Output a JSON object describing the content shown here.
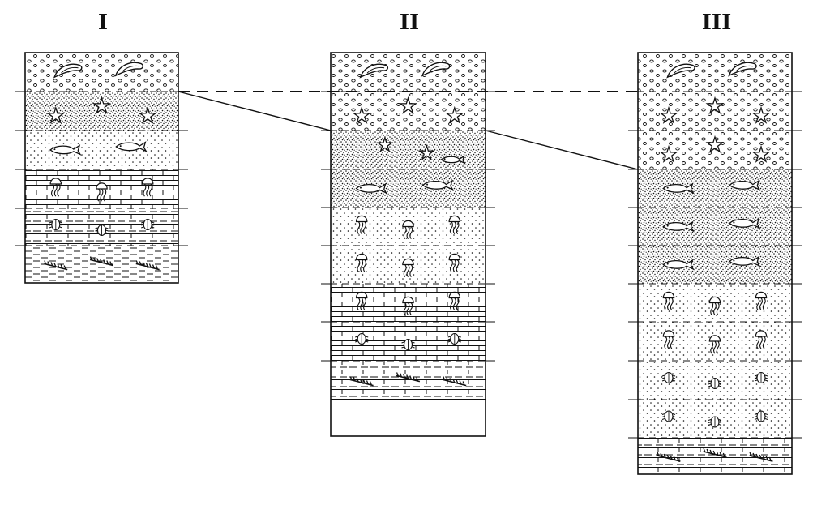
{
  "diagram": {
    "columns": [
      {
        "id": "col-1",
        "label": "I",
        "layers": [
          "shells-fish",
          "starfish",
          "fish",
          "jellyfish",
          "trilobites",
          "ferns"
        ]
      },
      {
        "id": "col-2",
        "label": "II",
        "layers": [
          "shells-fish",
          "starfish",
          "starfish-fish",
          "fish",
          "jellyfish",
          "jellyfish",
          "jellyfish",
          "trilobites",
          "ferns"
        ]
      },
      {
        "id": "col-3",
        "label": "III",
        "layers": [
          "shells-fish",
          "starfish",
          "starfish",
          "fish",
          "fish",
          "fish",
          "jellyfish",
          "jellyfish",
          "trilobites",
          "trilobites",
          "ferns"
        ]
      }
    ],
    "colors": {
      "ink": "#111111",
      "paper": "#ffffff"
    }
  }
}
